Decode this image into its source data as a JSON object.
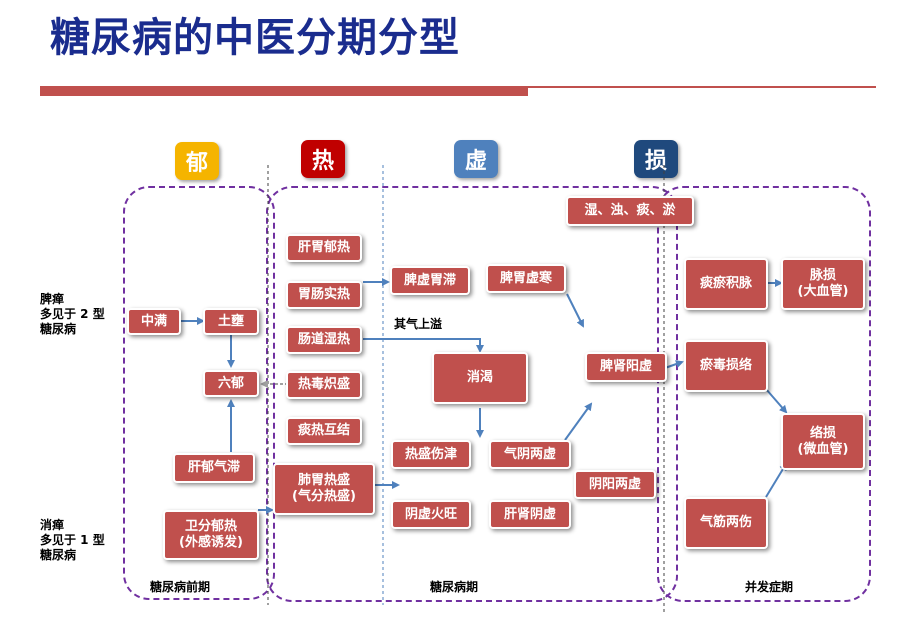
{
  "title": "糖尿病的中医分期分型",
  "stages": {
    "yu": {
      "label": "郁",
      "color": "#f5b400"
    },
    "re": {
      "label": "热",
      "color": "#c00000"
    },
    "xu": {
      "label": "虚",
      "color": "#4f81bd"
    },
    "sun": {
      "label": "损",
      "color": "#1f497d"
    }
  },
  "side_labels": {
    "pidan": "脾瘅\n多见于 2 型\n糖尿病",
    "xiaodan": "消瘅\n多见于 1 型\n糖尿病"
  },
  "period_labels": {
    "pre": "糖尿病前期",
    "disease": "糖尿病期",
    "complication": "并发症期"
  },
  "flow_label": "其气上溢",
  "nodes": {
    "zhongman": "中满",
    "tuyong": "土壅",
    "liuyu": "六郁",
    "ganyu_qizhi": "肝郁气滞",
    "weifen_yure": "卫分郁热\n(外感诱发)",
    "gan_wei_yu_re": "肝胃郁热",
    "wei_chang_shi_re": "胃肠实热",
    "chang_dao_shi_re": "肠道湿热",
    "re_du_chi_sheng": "热毒炽盛",
    "tan_re_hu_jie": "痰热互结",
    "fei_wei_re_sheng": "肺胃热盛\n(气分热盛)",
    "pi_xu_wei_zhi": "脾虚胃滞",
    "pi_wei_xu_han": "脾胃虚寒",
    "xiao_ke": "消渴",
    "re_sheng_shang_jin": "热盛伤津",
    "qi_yin_liang_xu": "气阴两虚",
    "yin_xu_huo_wang": "阴虚火旺",
    "gan_shen_yin_xu": "肝肾阴虚",
    "yin_yang_liang_xu": "阴阳两虚",
    "pi_shen_yang_xu": "脾肾阳虚",
    "shi_zhuo_tan_yu": "湿、浊、痰、淤",
    "tan_yu_ji_mai": "痰瘀积脉",
    "mai_sun": "脉损\n(大血管)",
    "yu_du_sun_luo": "瘀毒损络",
    "luo_sun": "络损\n(微血管)",
    "qi_jin_liang_shang": "气筋两伤"
  },
  "colors": {
    "box": "#c0504d",
    "region": "#7030a0",
    "arrow": "#4f81bd",
    "title": "#1a2c8e",
    "rule": "#c0504d"
  }
}
